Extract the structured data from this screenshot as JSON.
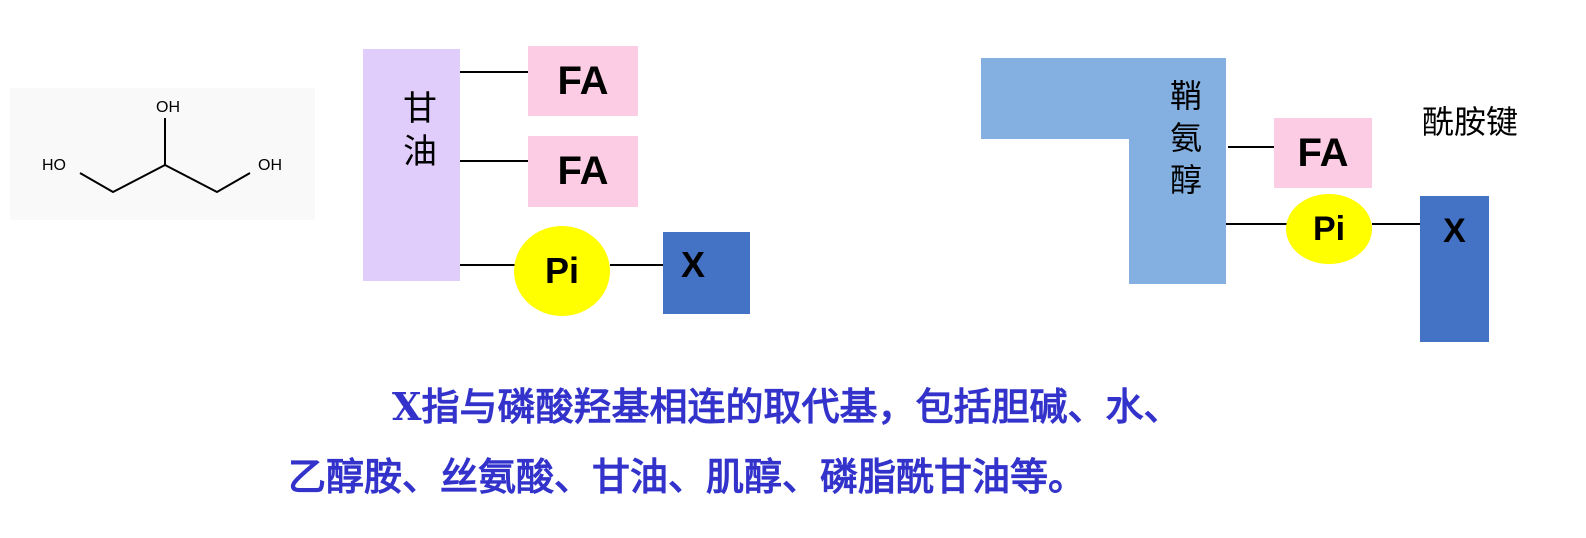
{
  "glycerol_structure": {
    "oh_top": "OH",
    "oh_left": "HO",
    "oh_right": "OH"
  },
  "glycerophospholipid": {
    "backbone": [
      "甘",
      "油"
    ],
    "fa1": "FA",
    "fa2": "FA",
    "phosphate": "Pi",
    "head": "X"
  },
  "sphingophospholipid": {
    "backbone": [
      "鞘",
      "氨",
      "醇"
    ],
    "fa": "FA",
    "bond_label": "酰胺键",
    "phosphate": "Pi",
    "head": "X"
  },
  "caption": {
    "line1": "X指与磷酸羟基相连的取代基，包括胆碱、水、",
    "line2": "乙醇胺、丝氨酸、甘油、肌醇、磷脂酰甘油等。"
  },
  "colors": {
    "glycerol": "#e0cdfb",
    "sphingosine": "#83b0e0",
    "fa": "#fccce4",
    "pi": "#ffff00",
    "x": "#4472c4",
    "caption": "#3333cc"
  }
}
